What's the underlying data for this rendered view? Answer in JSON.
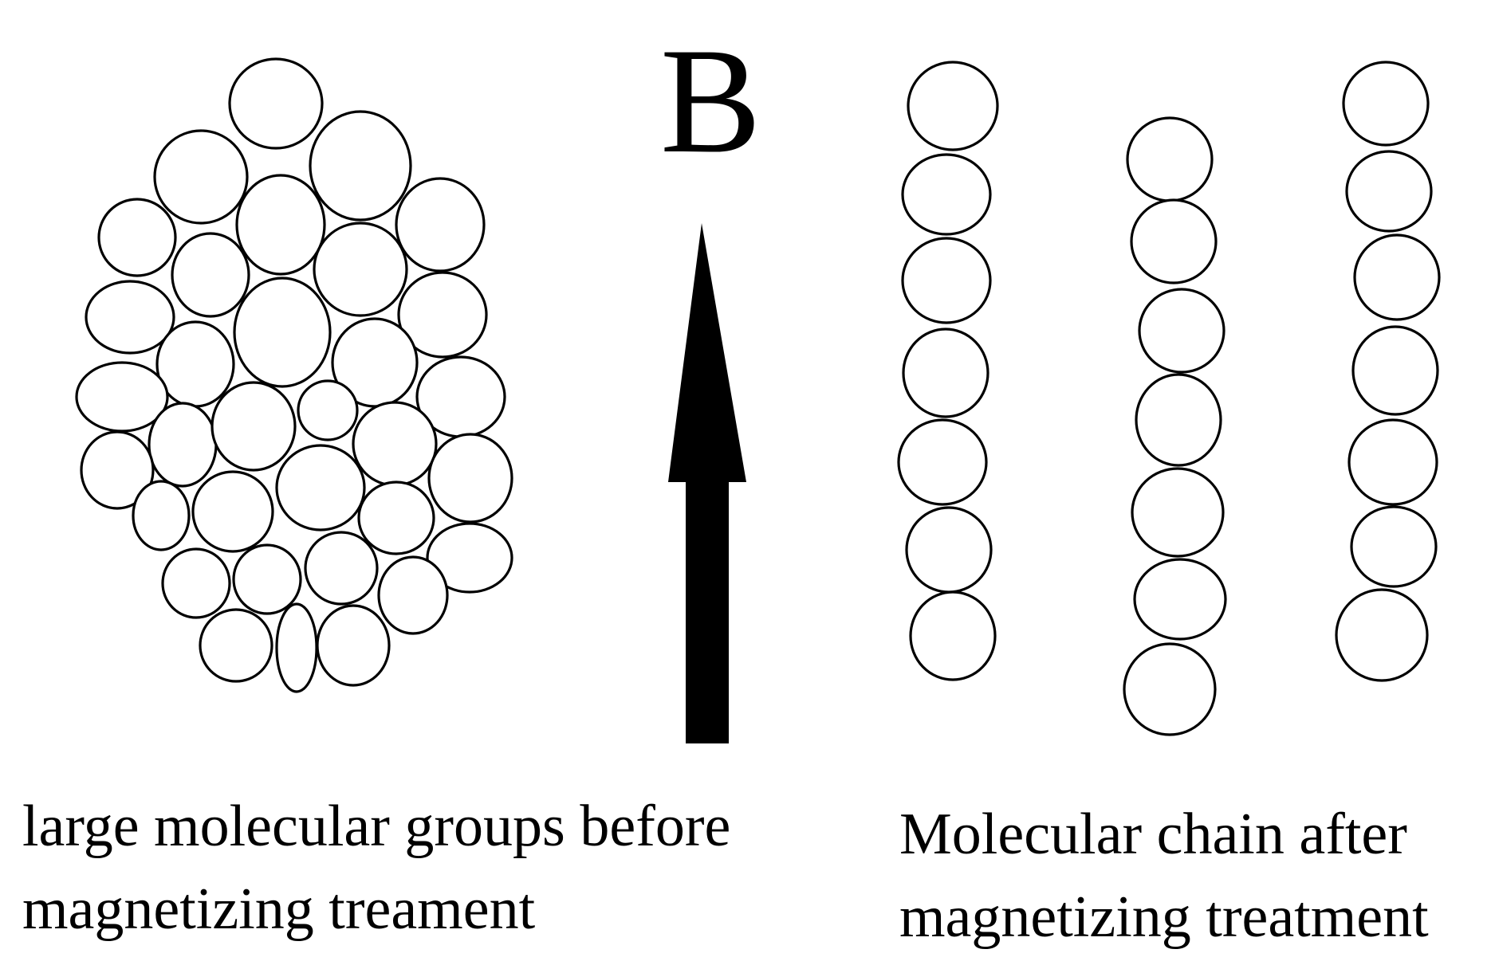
{
  "field": {
    "label": "B",
    "direction": "up"
  },
  "captions": {
    "before": {
      "line1": "large molecular groups before",
      "line2": "magnetizing treament"
    },
    "after": {
      "line1": "Molecular chain after",
      "line2": "magnetizing treatment"
    }
  },
  "colors": {
    "ink": "#000000",
    "background": "#ffffff"
  }
}
